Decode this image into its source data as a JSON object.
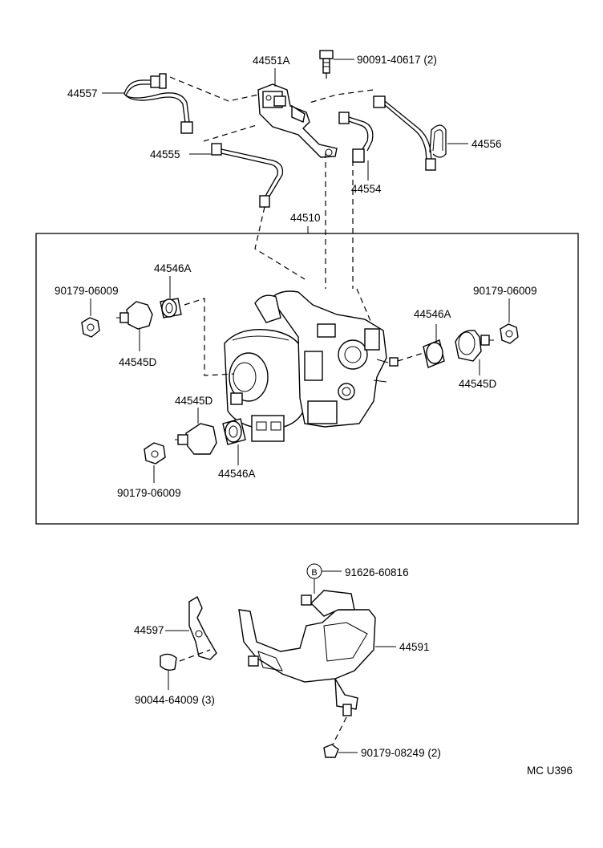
{
  "diagram": {
    "labels": {
      "p44551A": "44551A",
      "p90091": "90091-40617 (2)",
      "p44557": "44557",
      "p44555": "44555",
      "p44554": "44554",
      "p44556": "44556",
      "p44510": "44510",
      "p44546A_tl": "44546A",
      "p90179_tl": "90179-06009",
      "p44545D_l": "44545D",
      "p90179_tr": "90179-06009",
      "p44546A_r": "44546A",
      "p44545D_r": "44545D",
      "p44545D_bl": "44545D",
      "p44546A_b": "44546A",
      "p90179_bl": "90179-06009",
      "b_circle": "B",
      "p91626": "91626-60816",
      "p44597": "44597",
      "p44591": "44591",
      "p90044": "90044-64009 (3)",
      "p90179_08249": "90179-08249 (2)",
      "footer_code": "MC  U396"
    }
  }
}
